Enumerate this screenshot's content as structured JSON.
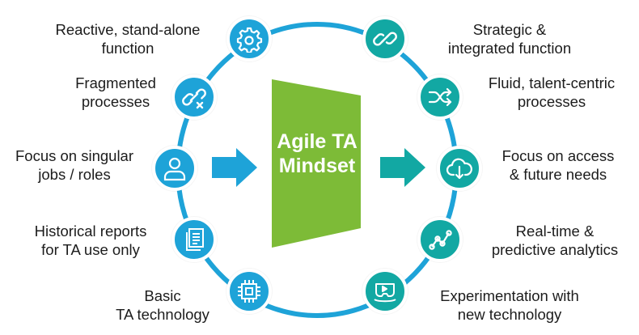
{
  "colors": {
    "ring": "#1ea3d8",
    "left_node": "#1ea3d8",
    "right_node": "#12a8a3",
    "center_shape": "#7dbb37",
    "arrow_left": "#1ea3d8",
    "arrow_right": "#12a8a3",
    "text": "#1c1c1c"
  },
  "center": {
    "line1": "Agile TA",
    "line2": "Mindset"
  },
  "left_items": [
    {
      "line1": "Reactive, stand-alone",
      "line2": "function",
      "icon": "gear-icon"
    },
    {
      "line1": "Fragmented",
      "line2": "processes",
      "icon": "broken-link-icon"
    },
    {
      "line1": "Focus on singular",
      "line2": "jobs / roles",
      "icon": "person-icon"
    },
    {
      "line1": "Historical reports",
      "line2": "for TA use only",
      "icon": "documents-icon"
    },
    {
      "line1": "Basic",
      "line2": "TA technology",
      "icon": "chip-icon"
    }
  ],
  "right_items": [
    {
      "line1": "Strategic &",
      "line2": "integrated function",
      "icon": "link-icon"
    },
    {
      "line1": "Fluid, talent-centric",
      "line2": "processes",
      "icon": "shuffle-icon"
    },
    {
      "line1": "Focus on access",
      "line2": "& future needs",
      "icon": "cloud-download-icon"
    },
    {
      "line1": "Real-time &",
      "line2": "predictive analytics",
      "icon": "analytics-icon"
    },
    {
      "line1": "Experimentation with",
      "line2": "new technology",
      "icon": "vr-headset-icon"
    }
  ]
}
